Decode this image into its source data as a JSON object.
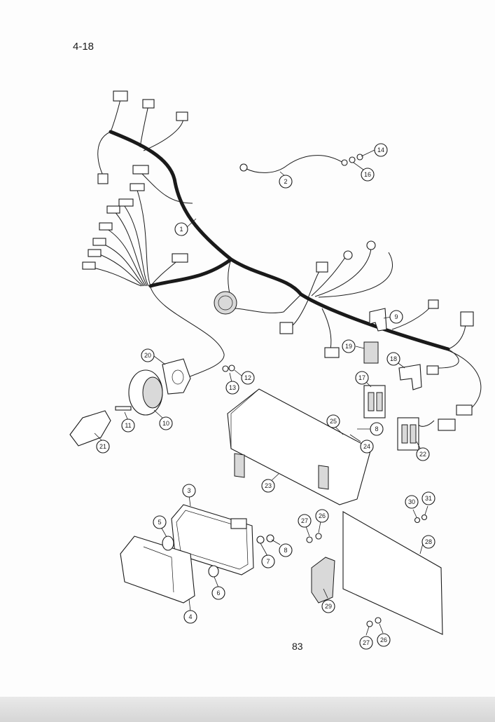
{
  "page": {
    "page_number": "4-18",
    "sheet_number": "83"
  },
  "callouts": [
    "1",
    "2",
    "3",
    "4",
    "5",
    "6",
    "7",
    "8",
    "9",
    "10",
    "11",
    "12",
    "13",
    "14",
    "16",
    "17",
    "18",
    "19",
    "20",
    "21",
    "22",
    "23",
    "24",
    "25",
    "26",
    "27",
    "28",
    "29",
    "30",
    "31"
  ],
  "icons": {
    "wire_harness": "wire-harness-icon",
    "connector": "connector-icon",
    "lamp": "lamp-icon",
    "panel": "panel-icon"
  },
  "colors": {
    "line": "#1a1a1a",
    "paper": "#fdfdfd",
    "shade": "#d9d9d9"
  }
}
